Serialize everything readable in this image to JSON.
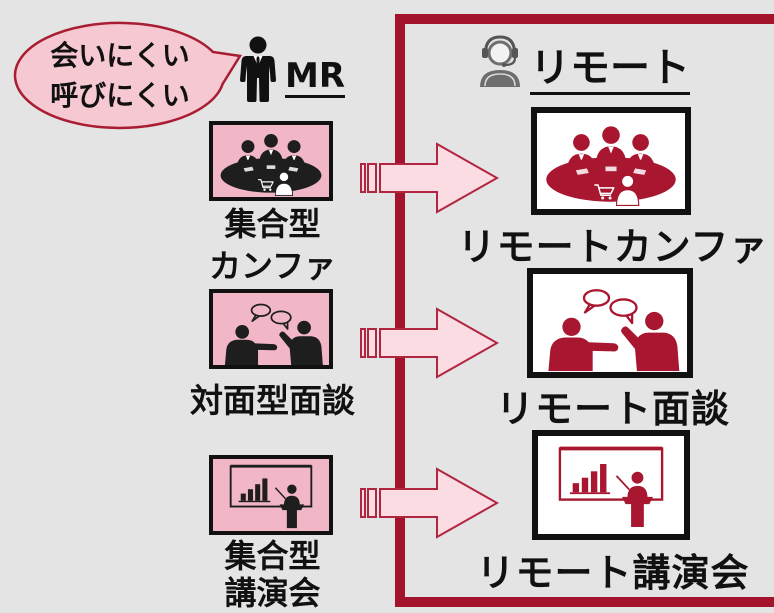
{
  "colors": {
    "background": "#e4e4e4",
    "frame": "#a3142c",
    "bubble_fill": "#f6c8d1",
    "bubble_stroke": "#a91d33",
    "arrow_fill": "#fbdce3",
    "arrow_stroke": "#b02640",
    "mr_image_bg": "#f2b7c6",
    "mr_image_ink": "#1e1e1e",
    "remote_image_bg": "#ffffff",
    "remote_image_ink": "#a8172f"
  },
  "bubble": {
    "lines": [
      "会いにくい",
      "呼びにくい"
    ]
  },
  "mr": {
    "title": "MR",
    "icon": "businessman-icon"
  },
  "remote": {
    "title": "リモート",
    "icon": "headset-operator-icon"
  },
  "rows": [
    {
      "image_icon": "round-table-meeting-icon",
      "mr_label": [
        "集合型",
        "カンファ"
      ],
      "remote_label": "リモートカンファ"
    },
    {
      "image_icon": "face-to-face-conversation-icon",
      "mr_label": [
        "対面型面談"
      ],
      "remote_label": "リモート面談"
    },
    {
      "image_icon": "presentation-lecture-icon",
      "mr_label": [
        "集合型",
        "講演会"
      ],
      "remote_label": "リモート講演会"
    }
  ]
}
